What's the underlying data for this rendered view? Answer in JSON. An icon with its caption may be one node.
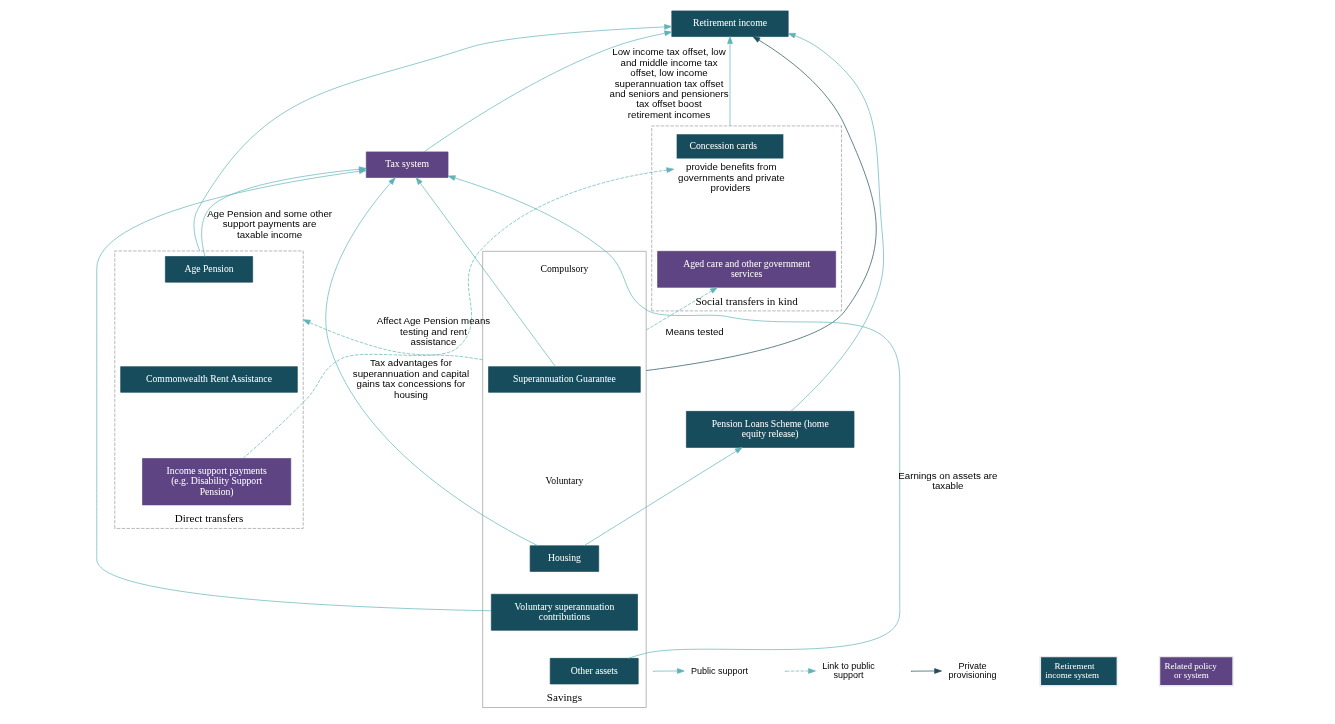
{
  "diagram": {
    "nodes": [
      {
        "text": [
          "Retirement income"
        ]
      },
      {
        "text": [
          "Direct transfers"
        ]
      },
      {
        "text": [
          "Age Pension"
        ],
        "in": 1
      },
      {
        "text": [
          "Commonwealth Rent Assistance"
        ],
        "in": 1
      },
      {
        "text": [
          "Income support payments",
          "(e.g. Disability Support Pension)"
        ],
        "in": 1
      },
      {
        "text": [
          "Social transfers in kind"
        ]
      },
      {
        "text": [
          "Concession cards"
        ],
        "in": 5,
        "beside": [
          "provide benefits from governments and private providers"
        ]
      },
      {
        "text": [
          "Aged care and other government services"
        ],
        "in": 5
      },
      {
        "text": [
          "Pension Loans Scheme (home equity release)"
        ]
      },
      {
        "text": [
          "Savings"
        ]
      },
      {
        "text": [
          "Superannuation Guarantee"
        ],
        "in": 9
      },
      {
        "text": [
          "Housing"
        ],
        "in": 9
      },
      {
        "text": [
          "Voluntary superannuation contributions"
        ],
        "in": 9
      },
      {
        "text": [
          "Other assets"
        ],
        "in": 9
      },
      {
        "text": [
          "Tax system"
        ]
      }
    ],
    "edges": [
      {
        "from": 1,
        "to": 0,
        "arrow": "to"
      },
      {
        "from": 5,
        "to": 0,
        "arrow": "to"
      },
      {
        "from": 9,
        "to": 0,
        "arrow": "to",
        "color": "#1f4e5a"
      },
      {
        "from": 11,
        "to": 8,
        "arrow": "to"
      },
      {
        "from": 8,
        "to": 0,
        "arrow": "to"
      },
      {
        "from": 14,
        "to": 0,
        "arrow": "to",
        "label": "Low income tax offset, low and middle income tax offset, low income superannuation tax offset and seniors and pensioners tax offset boost retirement incomes"
      },
      {
        "from": 9,
        "to": 1,
        "arrow": "to",
        "style": "dashed",
        "label": "Affect Age Pension means testing and rent assistance"
      },
      {
        "from": 9,
        "to": 7,
        "arrow": "to",
        "style": "dashed",
        "label": "Means tested"
      },
      {
        "from": 4,
        "to": 6,
        "arrow": "to",
        "style": "dashed"
      },
      {
        "from": 10,
        "to": 14,
        "arrow": "to"
      },
      {
        "from": 11,
        "to": 14,
        "arrow": "to",
        "label": "Tax advantages for superannuation and capital gains tax concessions for housing"
      },
      {
        "from": 12,
        "to": 14,
        "arrow": "to"
      },
      {
        "from": 13,
        "to": 14,
        "arrow": "to",
        "label": "Earnings on assets are taxable"
      },
      {
        "from": 2,
        "to": 14,
        "arrow": "to",
        "label": "Age Pension and some other support payments are taxable income"
      }
    ],
    "labels": [
      "Compulsory",
      "Voluntary"
    ],
    "legend": [
      {
        "text": "Public support"
      },
      {
        "text": "Link to public support"
      },
      {
        "text": "Private provisioning"
      },
      {
        "text": "Retirement income system",
        "color": "#174c5c"
      },
      {
        "text": "Related policy or system",
        "color": "#5e4482"
      }
    ]
  }
}
